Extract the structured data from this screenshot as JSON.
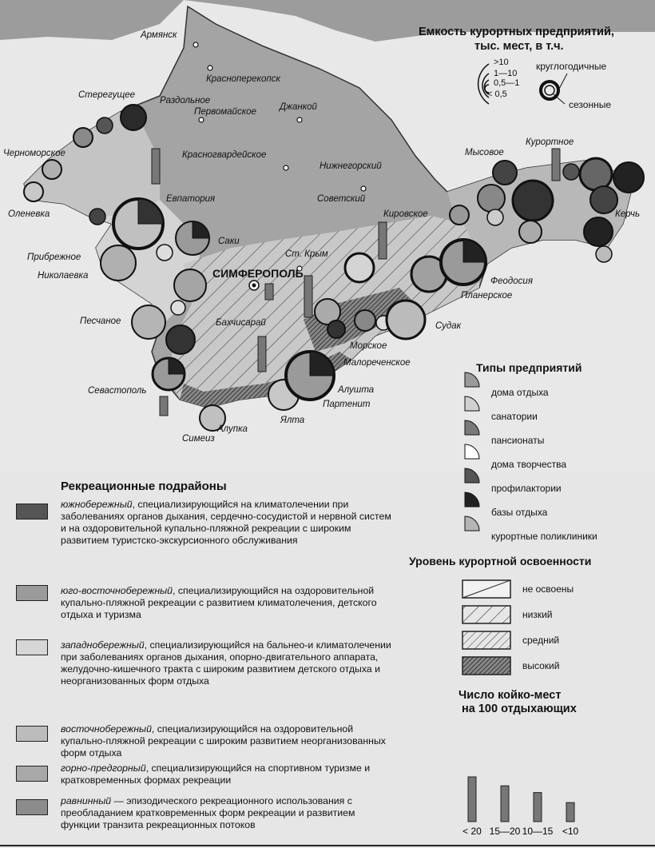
{
  "cities": {
    "armyansk": "Армянск",
    "krasnoperekopsk": "Красноперекопск",
    "steregushchee": "Стерегущее",
    "razdolnoe": "Раздольное",
    "pervomayskoe": "Первомайское",
    "dzhankoy": "Джанкой",
    "chernomorskoe": "Черноморское",
    "krasnogvardeyskoe": "Красногвардейское",
    "nizhnegorsky": "Нижнегорский",
    "evpatoria": "Евпатория",
    "sovetsky": "Советский",
    "kirovskoe": "Кировское",
    "olenevka": "Оленевка",
    "saki": "Саки",
    "pribrezhnoe": "Прибрежное",
    "nikolaevka": "Николаевка",
    "simferopol": "СИМФЕРОПОЛЬ",
    "st_krym": "Ст. Крым",
    "feodosia": "Феодосия",
    "planerskoe": "Планерское",
    "peschanoe": "Песчаное",
    "bakhchisaray": "Бахчисарай",
    "sudak": "Судак",
    "morskoe": "Морское",
    "malorechenskoe": "Малореченское",
    "sevastopol": "Севастополь",
    "alushta": "Алушта",
    "partenit": "Партенит",
    "yalta": "Ялта",
    "alupka": "Алупка",
    "simeiz": "Симеиз",
    "mysovoe": "Мысовое",
    "kurortnoe": "Курортное",
    "kerch": "Керчь"
  },
  "capacity_legend": {
    "title_line1": "Емкость курортных предприятий,",
    "title_line2": "тыс. мест, в т.ч.",
    "sizes": [
      ">10",
      "1—10",
      "0,5—1",
      "< 0,5"
    ],
    "year_round": "круглогодичные",
    "seasonal": "сезонные"
  },
  "types_legend": {
    "title": "Типы предприятий",
    "items": [
      {
        "label": "дома отдыха",
        "color": "#9a9a9a"
      },
      {
        "label": "санатории",
        "color": "#d0d0d0"
      },
      {
        "label": "пансионаты",
        "color": "#7a7a7a"
      },
      {
        "label": "дома творчества",
        "color": "#ffffff"
      },
      {
        "label": "профилактории",
        "color": "#555555"
      },
      {
        "label": "базы отдыха",
        "color": "#222222"
      },
      {
        "label": "курортные поликлиники",
        "color": "#b5b5b5"
      }
    ]
  },
  "development_legend": {
    "title": "Уровень курортной освоенности",
    "items": [
      "не освоены",
      "низкий",
      "средний",
      "высокий"
    ]
  },
  "subregions": {
    "title": "Рекреационные подрайоны",
    "items": [
      {
        "name": "южнобережный",
        "text": ", специализирующийся на климатолечении при заболеваниях органов дыхания, сердечно-сосудистой и нервной систем и на оздоровительной купально-пляжной рекреации с широким развитием туристско-экскурсионного обслуживания",
        "color": "#555555"
      },
      {
        "name": "юго-восточнобережный",
        "text": ", специализирующийся на оздоровительной купально-пляжной рекреации с развитием климатолечения, детского отдыха и туризма",
        "color": "#9a9a9a"
      },
      {
        "name": "западнобережный",
        "text": ", специализирующийся на бальнео-и климатолечении при заболеваниях органов дыхания, опорно-двигательного аппарата, желудочно-кишечного тракта с широким развитием детского отдыха и неорганизованных форм отдыха",
        "color": "#d6d6d6"
      },
      {
        "name": "восточнобережный",
        "text": ", специализирующийся на оздоровительной купально-пляжной рекреации с широким развитием неорганизованных форм отдыха",
        "color": "#bcbcbc"
      },
      {
        "name": "горно-предгорный",
        "text": ", специализирующийся на спортивном туризме и кратковременных формах рекреации",
        "color": "#a8a8a8"
      },
      {
        "name": "равнинный",
        "text": " — эпизодического рекреационного использования с преобладанием кратковременных форм рекреации и развитием функции транзита рекреационных потоков",
        "color": "#8c8c8c"
      }
    ]
  },
  "chart_data": {
    "type": "bar",
    "title": "Число койко-мест на 100 отдыхающих",
    "categories": [
      "< 20",
      "15—20",
      "10—15",
      "<10"
    ],
    "values": [
      4,
      3.2,
      2.6,
      1.7
    ]
  }
}
